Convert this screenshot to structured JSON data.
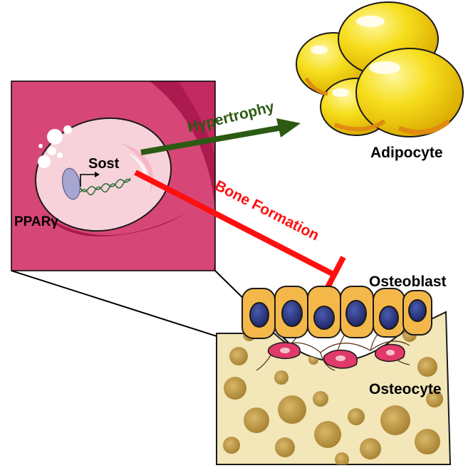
{
  "diagram": {
    "labels": {
      "sost": "Sost",
      "ppar": "PPARγ",
      "hypertrophy": "Hypertrophy",
      "bone_formation": "Bone Formation",
      "adipocyte": "Adipocyte",
      "osteoblast": "Osteoblast",
      "osteocyte": "Osteocyte"
    },
    "colors": {
      "tissue_magenta": "#d9487a",
      "tissue_dark": "#b01a52",
      "cell_pink": "#f6cfd8",
      "hypertrophy_arrow": "#2d5a12",
      "inhibition_bar": "#ff1010",
      "adipocyte_yellow": "#f2dc1a",
      "osteoblast_cell": "#f4b84a",
      "nucleus": "#2e3a86",
      "bone_matrix": "#f3e6b8",
      "lacunae": "#c7a45a",
      "osteocyte_cell": "#e03a6a"
    },
    "icons": [
      "osteocyte-cell",
      "lipid-droplet",
      "dna-helix",
      "adipocyte-cluster",
      "osteoblast-row",
      "bone-matrix"
    ]
  }
}
